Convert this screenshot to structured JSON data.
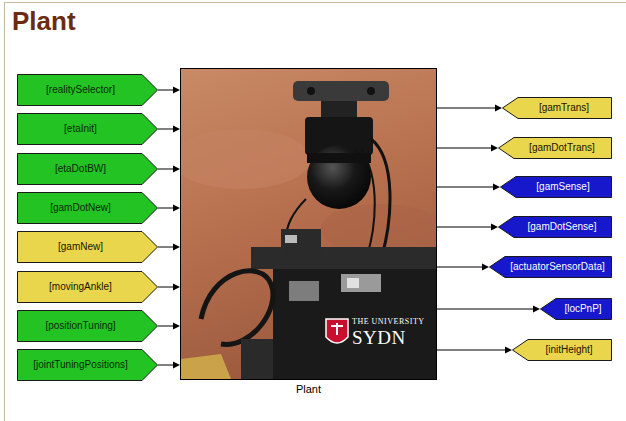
{
  "diagram": {
    "title": "Plant",
    "nodes": [
      {
        "text": [
          "Plant"
        ]
      },
      {
        "text": [
          "[realitySelector]"
        ]
      },
      {
        "text": [
          "[etaInit]"
        ]
      },
      {
        "text": [
          "[etaDotBW]"
        ]
      },
      {
        "text": [
          "[gamDotNew]"
        ]
      },
      {
        "text": [
          "[gamNew]"
        ]
      },
      {
        "text": [
          "[movingAnkle]"
        ]
      },
      {
        "text": [
          "[positionTuning]"
        ]
      },
      {
        "text": [
          "[jointTuningPositions]"
        ]
      },
      {
        "text": [
          "[gamTrans]"
        ]
      },
      {
        "text": [
          "[gamDotTrans]"
        ]
      },
      {
        "text": [
          "[gamSense]"
        ]
      },
      {
        "text": [
          "[gamDotSense]"
        ]
      },
      {
        "text": [
          "[actuatorSensorData]"
        ]
      },
      {
        "text": [
          "[locPnP]"
        ]
      },
      {
        "text": [
          "[initHeight]"
        ]
      }
    ],
    "edges": [
      {
        "from": 1,
        "to": 0,
        "arrow": "to"
      },
      {
        "from": 2,
        "to": 0,
        "arrow": "to"
      },
      {
        "from": 3,
        "to": 0,
        "arrow": "to"
      },
      {
        "from": 4,
        "to": 0,
        "arrow": "to"
      },
      {
        "from": 5,
        "to": 0,
        "arrow": "to"
      },
      {
        "from": 6,
        "to": 0,
        "arrow": "to"
      },
      {
        "from": 7,
        "to": 0,
        "arrow": "to"
      },
      {
        "from": 8,
        "to": 0,
        "arrow": "to"
      },
      {
        "from": 0,
        "to": 9,
        "arrow": "to"
      },
      {
        "from": 0,
        "to": 10,
        "arrow": "to"
      },
      {
        "from": 0,
        "to": 11,
        "arrow": "to"
      },
      {
        "from": 0,
        "to": 12,
        "arrow": "to"
      },
      {
        "from": 0,
        "to": 13,
        "arrow": "to"
      },
      {
        "from": 0,
        "to": 14,
        "arrow": "to"
      },
      {
        "from": 0,
        "to": 15,
        "arrow": "to"
      }
    ],
    "labels": [
      "THE UNIVERSITY",
      "SYDN"
    ]
  }
}
